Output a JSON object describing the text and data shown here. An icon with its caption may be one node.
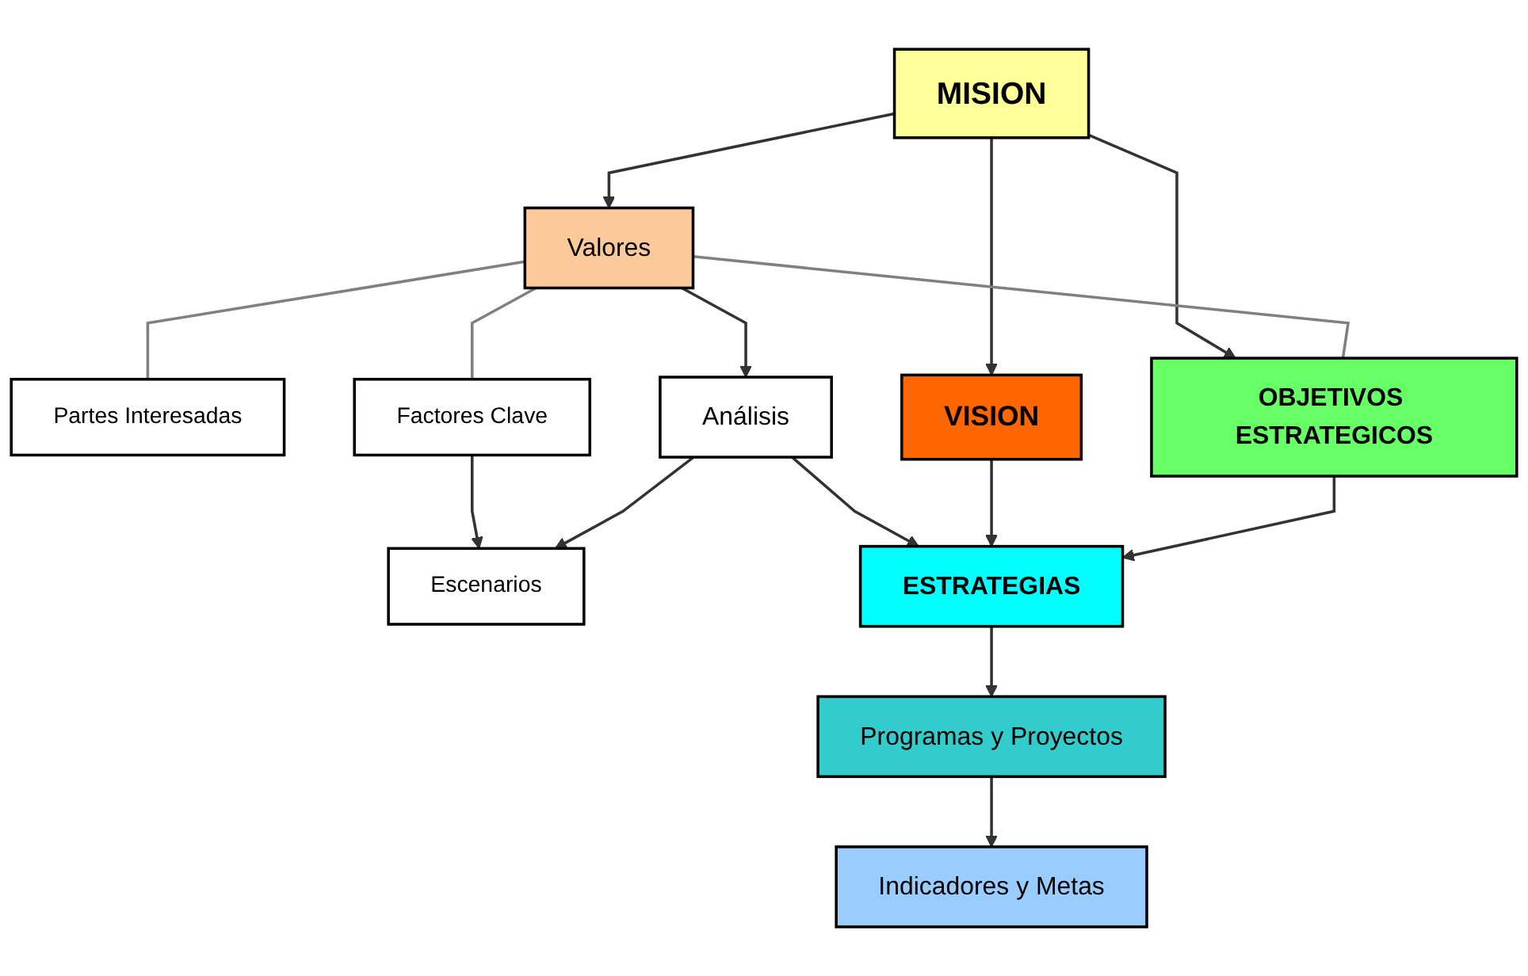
{
  "diagram": {
    "nodes": [
      {
        "text": [
          "MISION"
        ]
      },
      {
        "text": [
          "Valores"
        ]
      },
      {
        "text": [
          "Partes Interesadas"
        ]
      },
      {
        "text": [
          "Factores Clave"
        ]
      },
      {
        "text": [
          "OBJETIVOS ESTRATEGICOS"
        ]
      },
      {
        "text": [
          "Escenarios"
        ]
      },
      {
        "text": [
          "Análisis"
        ]
      },
      {
        "text": [
          "VISION"
        ]
      },
      {
        "text": [
          "ESTRATEGIAS"
        ]
      },
      {
        "text": [
          "Programas y Proyectos"
        ]
      },
      {
        "text": [
          "Indicadores y Metas"
        ]
      }
    ],
    "edges": [
      {
        "from": 0,
        "to": 1,
        "arrow": "to"
      },
      {
        "from": 0,
        "to": 7,
        "arrow": "to"
      },
      {
        "from": 0,
        "to": 4,
        "arrow": "to"
      },
      {
        "from": 1,
        "to": 2,
        "arrow": "none",
        "color": "#808080"
      },
      {
        "from": 1,
        "to": 3,
        "arrow": "none",
        "color": "#808080"
      },
      {
        "from": 1,
        "to": 4,
        "arrow": "none",
        "color": "#808080"
      },
      {
        "from": 1,
        "to": 6,
        "arrow": "to"
      },
      {
        "from": 3,
        "to": 5,
        "arrow": "to"
      },
      {
        "from": 6,
        "to": 5,
        "arrow": "to"
      },
      {
        "from": 6,
        "to": 8,
        "arrow": "to"
      },
      {
        "from": 7,
        "to": 8,
        "arrow": "to"
      },
      {
        "from": 4,
        "to": 8,
        "arrow": "to"
      },
      {
        "from": 8,
        "to": 9,
        "arrow": "to"
      },
      {
        "from": 9,
        "to": 10,
        "arrow": "to"
      }
    ]
  }
}
